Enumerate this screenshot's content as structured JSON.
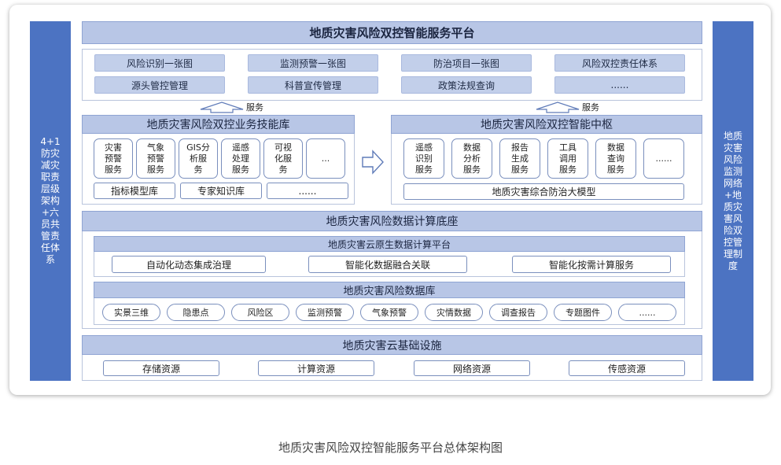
{
  "title": "地质灾害风险双控智能服务平台",
  "left_side": "4+1防灾减灾职责层级架构+六员共管责任体系",
  "right_side": "地质灾害风险监测网络+地质灾害风险双控管理制度",
  "top_items": [
    "风险识别一张图",
    "监测预警一张图",
    "防治项目一张图",
    "风险双控责任体系",
    "源头管控管理",
    "科普宣传管理",
    "政策法规查询",
    "......"
  ],
  "service_label": "服务",
  "biz_lib": {
    "title": "地质灾害风险双控业务技能库",
    "services": [
      "灾害预警服务",
      "气象预警服务",
      "GIS分析服务",
      "遥感处理服务",
      "可视化服务",
      "..."
    ],
    "bottom": [
      "指标模型库",
      "专家知识库",
      "......"
    ]
  },
  "hub": {
    "title": "地质灾害风险双控智能中枢",
    "services": [
      "遥感识别服务",
      "数据分析服务",
      "报告生成服务",
      "工具调用服务",
      "数据查询服务",
      "......"
    ],
    "model": "地质灾害综合防治大模型"
  },
  "compute_base": {
    "title": "地质灾害风险数据计算底座",
    "cloud_title": "地质灾害云原生数据计算平台",
    "cloud_items": [
      "自动化动态集成治理",
      "智能化数据融合关联",
      "智能化按需计算服务"
    ],
    "db_title": "地质灾害风险数据库",
    "db_items": [
      "实景三维",
      "隐患点",
      "风险区",
      "监测预警",
      "气象预警",
      "灾情数据",
      "调查报告",
      "专题图件",
      "......"
    ]
  },
  "infra": {
    "title": "地质灾害云基础设施",
    "items": [
      "存储资源",
      "计算资源",
      "网络资源",
      "传感资源"
    ]
  },
  "caption": "地质灾害风险双控智能服务平台总体架构图"
}
